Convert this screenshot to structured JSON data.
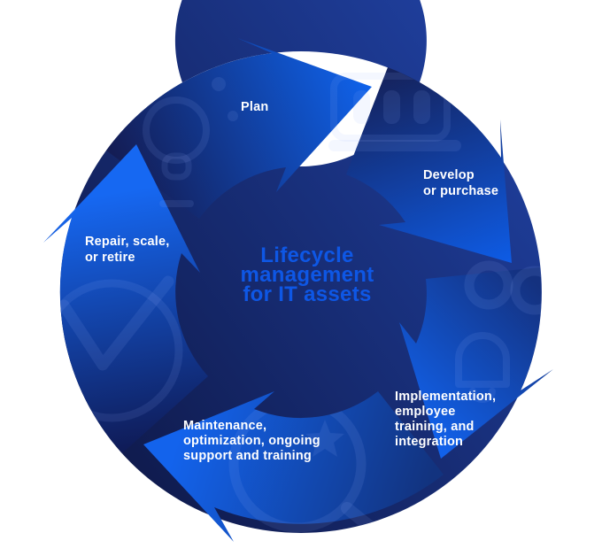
{
  "title": {
    "lines": [
      "Lifecycle",
      "management",
      "for IT assets"
    ]
  },
  "steps": [
    {
      "id": "plan",
      "lines": [
        "Plan"
      ]
    },
    {
      "id": "develop-or-purchase",
      "lines": [
        "Develop",
        "or purchase"
      ]
    },
    {
      "id": "implementation-training-integration",
      "lines": [
        "Implementation,",
        "employee",
        "training, and",
        "integration"
      ]
    },
    {
      "id": "maintenance-support",
      "lines": [
        "Maintenance,",
        "optimization, ongoing",
        "support and training"
      ]
    },
    {
      "id": "repair-scale-retire",
      "lines": [
        "Repair, scale,",
        "or retire"
      ]
    }
  ],
  "colors": {
    "title_text": "#0e57e5",
    "label_text": "#ffffff",
    "arrow_bright_blue": "#0f5fe8",
    "ring_dark_navy": "#141d55",
    "background": "#ffffff",
    "watermark_tint": "#9db9ff"
  },
  "watermark_icons": [
    "lightbulb-icon",
    "bar-chart-icon",
    "donut-chart-icon",
    "bell-icon",
    "star-icon",
    "magnifier-icon",
    "checkmark-icon"
  ]
}
